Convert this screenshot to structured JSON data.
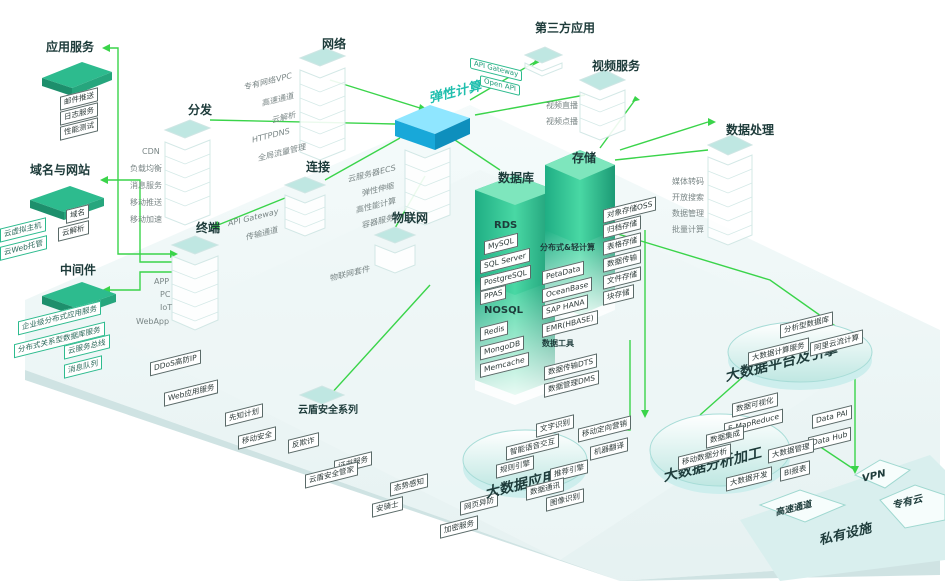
{
  "colors": {
    "accent": "#2dbb8e",
    "line": "#3ad44a",
    "dark_teal": "#1d3b3a",
    "cyan": "#21bfae",
    "platform": "#e3f1f1"
  },
  "app_service": {
    "title": "应用服务",
    "items": [
      "邮件推送",
      "日志服务",
      "性能测试"
    ]
  },
  "domain_site": {
    "title": "域名与网站",
    "items": [
      "域名",
      "云解析"
    ],
    "outer": [
      "云虚拟主机",
      "云Web托管"
    ]
  },
  "middleware": {
    "title": "中间件",
    "items": [
      "企业级分布式应用服务",
      "分布式关系型数据库服务",
      "云服务总线",
      "消息队列"
    ]
  },
  "network": {
    "title": "网络",
    "items": [
      "专有网络VPC",
      "高速通道",
      "云解析",
      "HTTPDNS",
      "全局流量管理"
    ]
  },
  "distribution": {
    "title": "分发",
    "items": [
      "CDN",
      "负载均衡",
      "消息服务",
      "移动推送",
      "移动加速"
    ]
  },
  "connection": {
    "title": "连接",
    "items": [
      "API Gateway",
      "传输通道"
    ]
  },
  "terminal": {
    "title": "终端",
    "items": [
      "APP",
      "PC",
      "IoT",
      "WebApp"
    ]
  },
  "elastic": {
    "title": "弹性计算",
    "items": [
      "云服务器ECS",
      "弹性伸缩",
      "高性能计算",
      "容器服务"
    ]
  },
  "iot": {
    "title": "物联网",
    "items": [
      "物联网套件"
    ]
  },
  "third_party": {
    "title": "第三方应用",
    "items": [
      "API Gateway",
      "Open API"
    ]
  },
  "video": {
    "title": "视频服务",
    "items": [
      "视频直播",
      "视频点播"
    ]
  },
  "data_processing": {
    "title": "数据处理",
    "items": [
      "媒体转码",
      "开放搜索",
      "数据管理",
      "批量计算"
    ]
  },
  "storage": {
    "title": "存储",
    "items": [
      "对象存储OSS",
      "归档存储",
      "表格存储",
      "数据传输",
      "文件存储",
      "块存储"
    ]
  },
  "database": {
    "title": "数据库",
    "rds_title": "RDS",
    "rds": [
      "MySQL",
      "SQL Server",
      "PostgreSQL",
      "PPAS"
    ],
    "nosql_title": "NOSQL",
    "nosql": [
      "Redis",
      "MongoDB",
      "Memcache"
    ],
    "dist_title": "分布式&轻计算",
    "dist": [
      "PetaData",
      "OceanBase",
      "SAP HANA",
      "EMR(HBASE)"
    ],
    "tools_title": "数据工具",
    "tools": [
      "数据传输DTS",
      "数据管理DMS"
    ]
  },
  "security": {
    "title": "云盾安全系列",
    "items": [
      "DDoS高防IP",
      "Web应用服务",
      "先知计划",
      "移动安全",
      "反欺诈",
      "证书服务",
      "云盾安全管家",
      "态势感知",
      "安骑士",
      "网页异防",
      "加密服务"
    ]
  },
  "bigdata_app": {
    "title": "大数据应用",
    "items": [
      "文字识别",
      "移动定向营销",
      "智能语音交互",
      "机器翻译",
      "规则引擎",
      "推荐引擎",
      "数据通讯",
      "图像识别"
    ]
  },
  "bigdata_platform": {
    "title": "大数据平台及引擎",
    "items": [
      "分析型数据库",
      "阿里云流计算",
      "大数据计算服务"
    ]
  },
  "bigdata_analysis": {
    "title": "大数据分析加工",
    "items": [
      "数据可视化",
      "Data PAI",
      "E-MapReduce",
      "Data Hub",
      "数据集成",
      "大数据管理",
      "移动数据分析",
      "BI报表",
      "大数据开发"
    ]
  },
  "private": {
    "title": "私有设施",
    "items": [
      "高速通道",
      "VPN",
      "专有云"
    ]
  }
}
